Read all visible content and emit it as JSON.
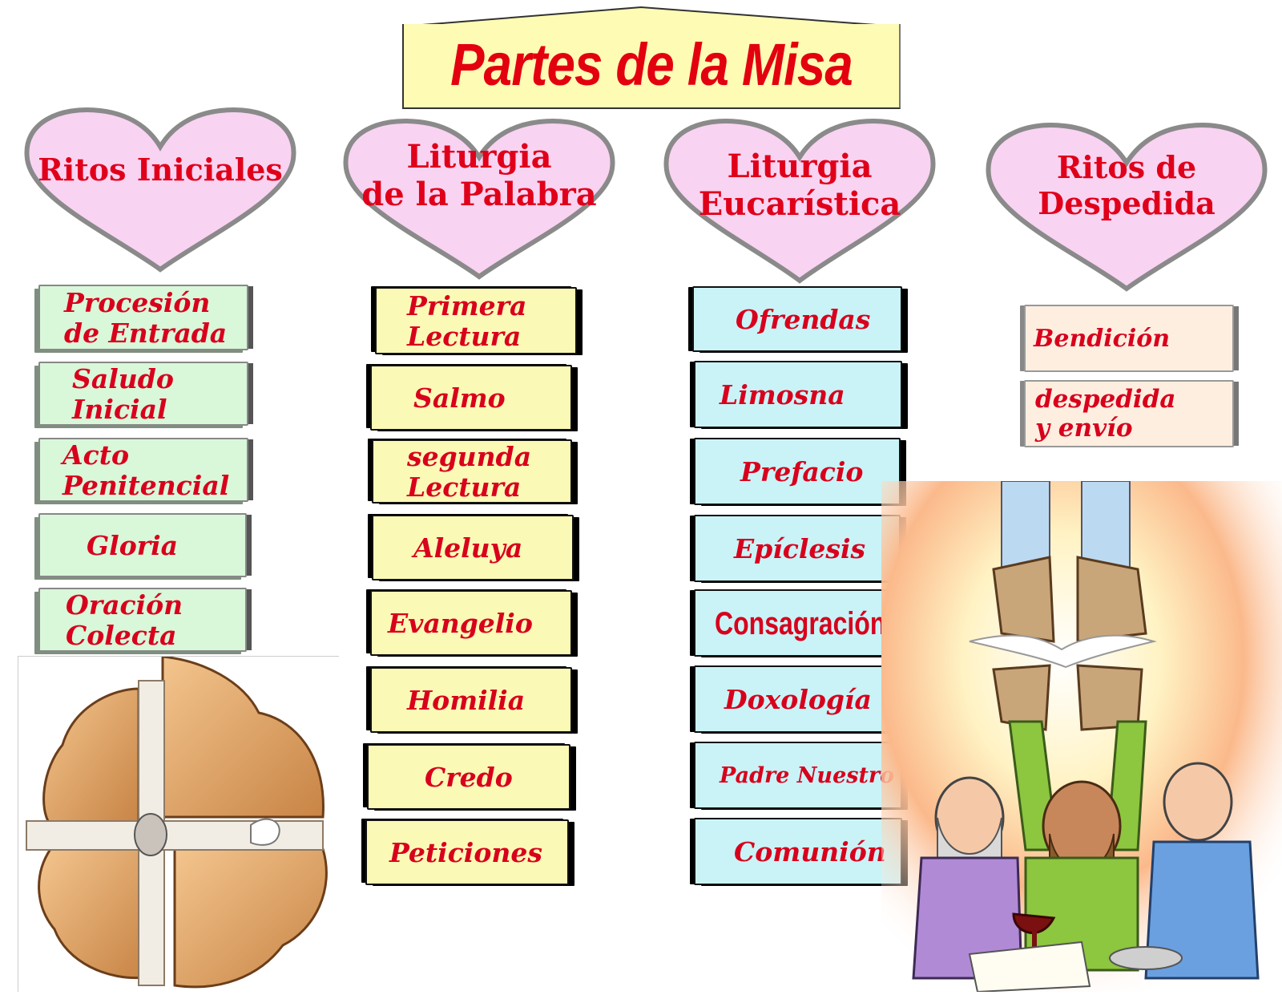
{
  "title": "Partes de la Misa",
  "colors": {
    "title_text": "#e3000f",
    "title_bg": "#fdfbb4",
    "heart_fill": "#f9d3f2",
    "heart_stroke": "#8a8a8a",
    "label_text": "#d8001c",
    "col1_bg": "#d9f7d9",
    "col2_bg": "#fbf9b6",
    "col3_bg": "#c9f3f7",
    "col4_bg": "#fdeee0"
  },
  "columns": [
    {
      "heading": [
        "Ritos Iniciales"
      ],
      "items": [
        [
          "Procesión",
          "de Entrada"
        ],
        [
          "Saludo",
          "Inicial"
        ],
        [
          "Acto",
          "Penitencial"
        ],
        [
          "Gloria"
        ],
        [
          "Oración",
          "Colecta"
        ]
      ]
    },
    {
      "heading": [
        "Liturgia",
        "de la Palabra"
      ],
      "items": [
        [
          "Primera",
          "Lectura"
        ],
        [
          "Salmo"
        ],
        [
          "segunda",
          "Lectura"
        ],
        [
          "Aleluya"
        ],
        [
          "Evangelio"
        ],
        [
          "Homilia"
        ],
        [
          "Credo"
        ],
        [
          "Peticiones"
        ]
      ]
    },
    {
      "heading": [
        "Liturgia",
        "Eucarística"
      ],
      "items": [
        [
          "Ofrendas"
        ],
        [
          "Limosna"
        ],
        [
          "Prefacio"
        ],
        [
          "Epíclesis"
        ],
        [
          "Consagración"
        ],
        [
          "Doxología"
        ],
        [
          "Padre Nuestro"
        ],
        [
          "Comunión"
        ]
      ]
    },
    {
      "heading": [
        "Ritos de",
        "Despedida"
      ],
      "items": [
        [
          "Bendición"
        ],
        [
          "despedida",
          "y envío"
        ]
      ]
    }
  ],
  "illustrations": [
    "bread-cross-illustration",
    "eucharist-celebration-illustration"
  ]
}
